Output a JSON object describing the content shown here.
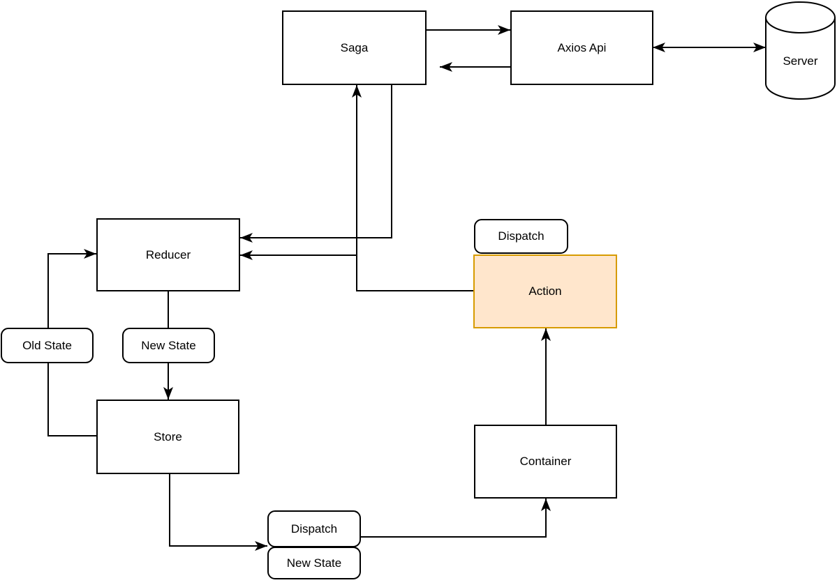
{
  "diagram": {
    "type": "flow-diagram",
    "colors": {
      "background": "#ffffff",
      "node_fill": "#ffffff",
      "node_stroke": "#000000",
      "edge_color": "#000000",
      "action_fill": "#ffe6cc",
      "action_stroke": "#d79b00"
    },
    "nodes": {
      "saga": {
        "label": "Saga",
        "shape": "rect"
      },
      "axios_api": {
        "label": "Axios Api",
        "shape": "rect"
      },
      "server": {
        "label": "Server",
        "shape": "cylinder"
      },
      "reducer": {
        "label": "Reducer",
        "shape": "rect"
      },
      "dispatch_action": {
        "label": "Dispatch",
        "shape": "rounded"
      },
      "action": {
        "label": "Action",
        "shape": "rect"
      },
      "old_state": {
        "label": "Old State",
        "shape": "rounded"
      },
      "new_state": {
        "label": "New State",
        "shape": "rounded"
      },
      "store": {
        "label": "Store",
        "shape": "rect"
      },
      "container": {
        "label": "Container",
        "shape": "rect"
      },
      "dispatch_store": {
        "label": "Dispatch",
        "shape": "rounded"
      },
      "new_state_store": {
        "label": "New State",
        "shape": "rounded"
      }
    },
    "edges": [
      {
        "from": "Saga",
        "to": "Axios Api",
        "arrows": "end"
      },
      {
        "from": "Axios Api",
        "to": "Saga",
        "arrows": "end"
      },
      {
        "from": "Axios Api",
        "to": "Server",
        "arrows": "both"
      },
      {
        "from": "Saga",
        "to": "Reducer",
        "arrows": "end"
      },
      {
        "from": "Action",
        "to": "Saga",
        "arrows": "end"
      },
      {
        "from": "Action",
        "to": "Reducer",
        "arrows": "end"
      },
      {
        "from": "Store",
        "to": "Reducer",
        "via": "Old State",
        "arrows": "end"
      },
      {
        "from": "Reducer",
        "to": "Store",
        "via": "New State",
        "arrows": "end"
      },
      {
        "from": "Store",
        "to": "Dispatch",
        "arrows": "end"
      },
      {
        "from": "Dispatch",
        "to": "Container",
        "arrows": "end"
      },
      {
        "from": "Container",
        "to": "Action",
        "arrows": "end"
      }
    ]
  }
}
